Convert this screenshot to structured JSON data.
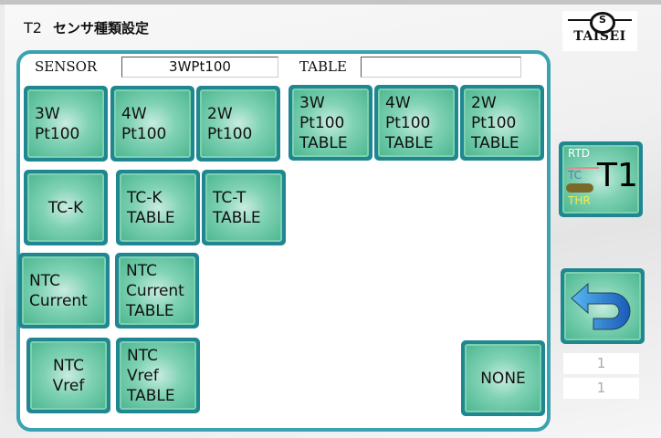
{
  "header": {
    "screen_id": "T2",
    "title": "センサ種類設定"
  },
  "logo": {
    "text": "TAISEI"
  },
  "sensor": {
    "label": "SENSOR",
    "value": "3WPt100"
  },
  "table": {
    "label": "TABLE",
    "value": ""
  },
  "buttons": [
    {
      "id": "3w-pt100",
      "label": "3W\nPt100"
    },
    {
      "id": "4w-pt100",
      "label": "4W\nPt100"
    },
    {
      "id": "2w-pt100",
      "label": "2W\nPt100"
    },
    {
      "id": "3w-pt100-table",
      "label": "3W\nPt100\nTABLE"
    },
    {
      "id": "4w-pt100-table",
      "label": "4W\nPt100\nTABLE"
    },
    {
      "id": "2w-pt100-table",
      "label": "2W\nPt100\nTABLE"
    },
    {
      "id": "tc-k",
      "label": "TC-K"
    },
    {
      "id": "tc-k-table",
      "label": "TC-K\nTABLE"
    },
    {
      "id": "tc-t-table",
      "label": "TC-T\nTABLE"
    },
    {
      "id": "ntc-current",
      "label": "NTC\nCurrent"
    },
    {
      "id": "ntc-current-table",
      "label": "NTC\nCurrent\nTABLE"
    },
    {
      "id": "ntc-vref",
      "label": "NTC\nVref"
    },
    {
      "id": "ntc-vref-table",
      "label": "NTC\nVref\nTABLE"
    },
    {
      "id": "none",
      "label": "NONE"
    }
  ],
  "side": {
    "t1_button": {
      "label": "T1",
      "icon_labels": [
        "RTD",
        "TC",
        "THR"
      ]
    },
    "back_icon": "u-turn-back-arrow-icon",
    "counter1": "1",
    "counter2": "1"
  }
}
